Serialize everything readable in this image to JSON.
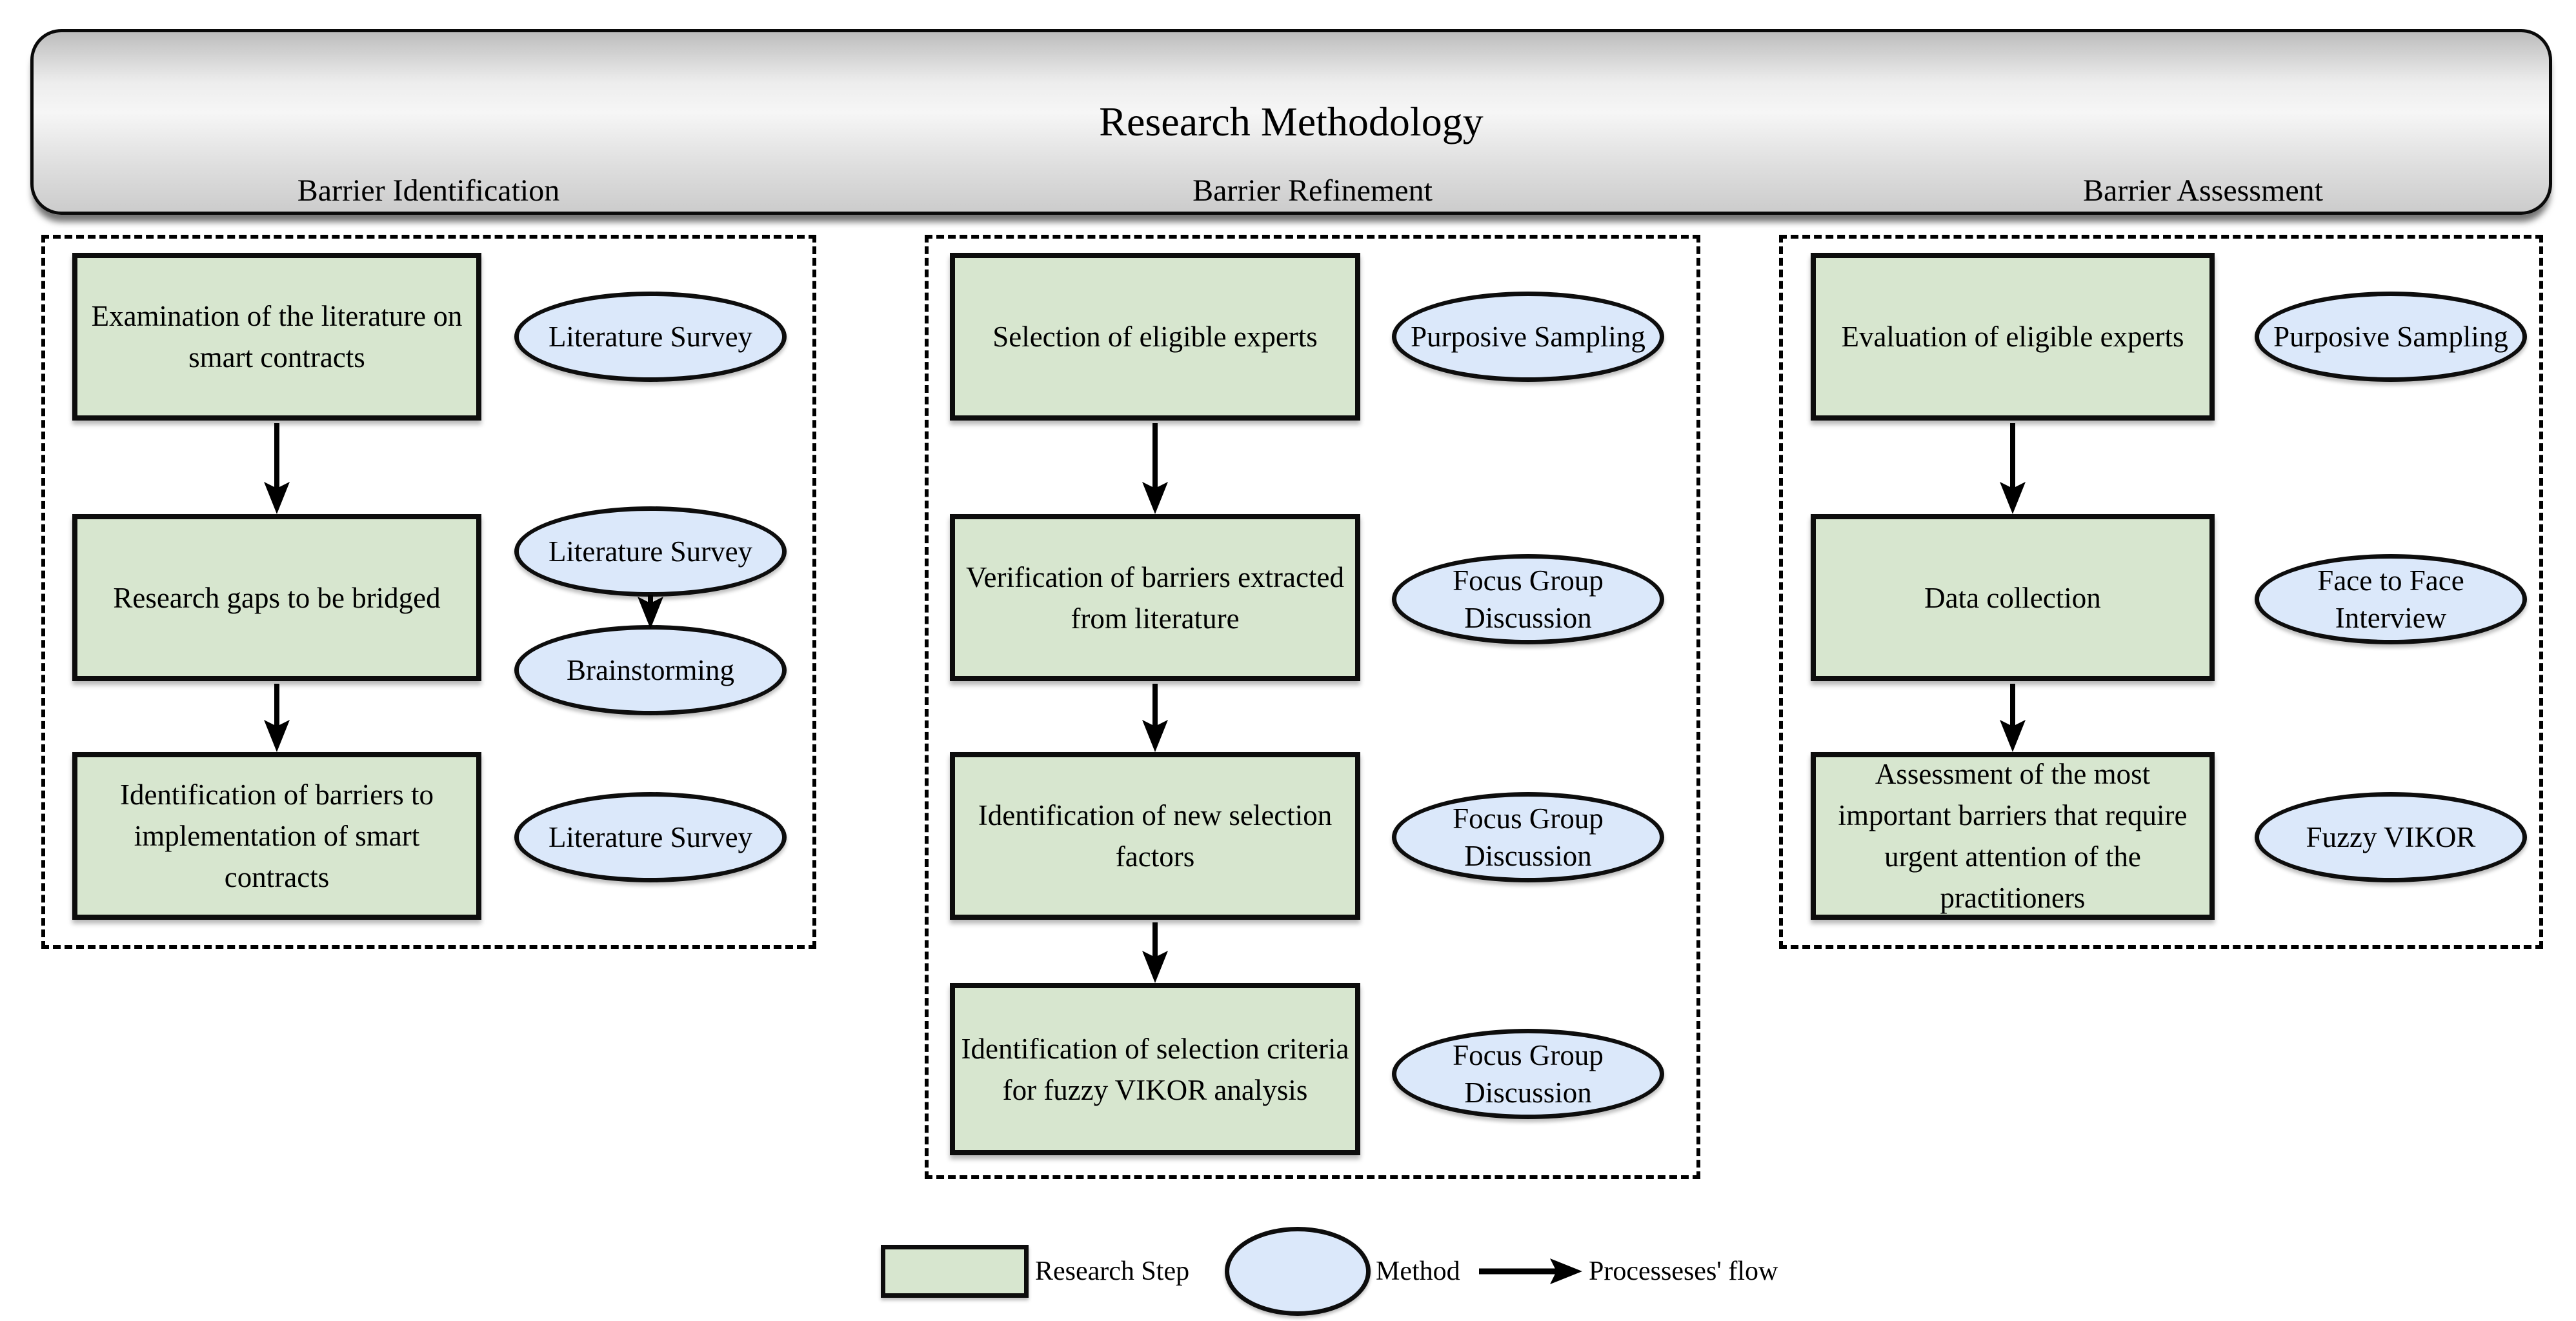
{
  "title": "Research Methodology",
  "columns": [
    {
      "header": "Barrier Identification",
      "steps": [
        {
          "text": "Examination of the literature on smart contracts",
          "methods": [
            "Literature Survey"
          ]
        },
        {
          "text": "Research gaps to be bridged",
          "methods": [
            "Literature Survey",
            "Brainstorming"
          ]
        },
        {
          "text": "Identification of barriers to implementation of smart contracts",
          "methods": [
            "Literature Survey"
          ]
        }
      ]
    },
    {
      "header": "Barrier Refinement",
      "steps": [
        {
          "text": "Selection of eligible experts",
          "methods": [
            "Purposive Sampling"
          ]
        },
        {
          "text": "Verification of barriers extracted from literature",
          "methods": [
            "Focus Group Discussion"
          ]
        },
        {
          "text": "Identification of new selection factors",
          "methods": [
            "Focus Group Discussion"
          ]
        },
        {
          "text": "Identification of selection criteria for fuzzy VIKOR analysis",
          "methods": [
            "Focus Group Discussion"
          ]
        }
      ]
    },
    {
      "header": "Barrier Assessment",
      "steps": [
        {
          "text": "Evaluation of eligible experts",
          "methods": [
            "Purposive Sampling"
          ]
        },
        {
          "text": "Data collection",
          "methods": [
            "Face to Face Interview"
          ]
        },
        {
          "text": "Assessment of the most important barriers that require urgent attention of the practitioners",
          "methods": [
            "Fuzzy VIKOR"
          ]
        }
      ]
    }
  ],
  "legend": {
    "step_label": "Research Step",
    "method_label": "Method",
    "flow_label": "Processeses' flow"
  },
  "colors": {
    "research_step_fill": "#d7e6cf",
    "method_fill": "#dbe8fa",
    "outline": "#000000",
    "banner_gradient_top": "#bdbdbd",
    "banner_gradient_middle": "#f6f6f6",
    "banner_gradient_bottom": "#cccccc"
  }
}
